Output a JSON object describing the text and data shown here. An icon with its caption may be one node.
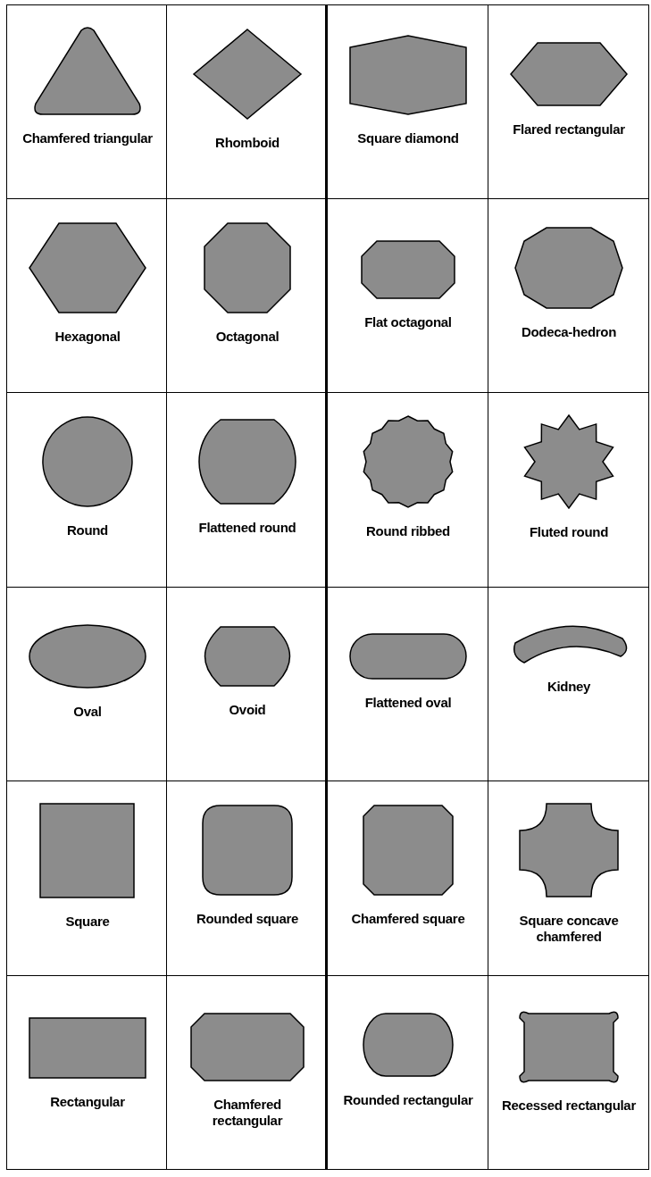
{
  "diagram": {
    "nodes": [
      {
        "text": [
          "Chamfered triangular"
        ]
      },
      {
        "text": [
          "Rhomboid"
        ]
      },
      {
        "text": [
          "Square diamond"
        ]
      },
      {
        "text": [
          "Flared rectangular"
        ]
      },
      {
        "text": [
          "Hexagonal"
        ]
      },
      {
        "text": [
          "Octagonal"
        ]
      },
      {
        "text": [
          "Flat octagonal"
        ]
      },
      {
        "text": [
          "Dodeca-hedron"
        ]
      },
      {
        "text": [
          "Round"
        ]
      },
      {
        "text": [
          "Flattened round"
        ]
      },
      {
        "text": [
          "Round ribbed"
        ]
      },
      {
        "text": [
          "Fluted round"
        ]
      },
      {
        "text": [
          "Oval"
        ]
      },
      {
        "text": [
          "Ovoid"
        ]
      },
      {
        "text": [
          "Flattened oval"
        ]
      },
      {
        "text": [
          "Kidney"
        ]
      },
      {
        "text": [
          "Square"
        ]
      },
      {
        "text": [
          "Rounded square"
        ]
      },
      {
        "text": [
          "Chamfered square"
        ]
      },
      {
        "text": [
          "Square concave chamfered"
        ]
      },
      {
        "text": [
          "Rectangular"
        ]
      },
      {
        "text": [
          "Chamfered rectangular"
        ]
      },
      {
        "text": [
          "Rounded rectangular"
        ]
      },
      {
        "text": [
          "Recessed rectangular"
        ]
      }
    ]
  }
}
